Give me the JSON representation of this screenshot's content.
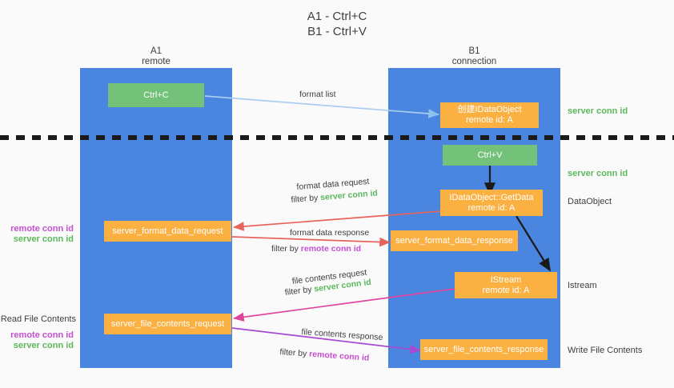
{
  "title": {
    "line1": "A1 - Ctrl+C",
    "line2": "B1 - Ctrl+V"
  },
  "columns": [
    {
      "name": "A1",
      "sub": "remote"
    },
    {
      "name": "B1",
      "sub": "connection"
    }
  ],
  "boxes": {
    "ctrl_c": {
      "label": "Ctrl+C"
    },
    "create_dataobject": {
      "line1": "创建IDataObject",
      "line2": "remote id: A"
    },
    "ctrl_v": {
      "label": "Ctrl+V"
    },
    "getdata": {
      "line1": "IDataObject::GetData",
      "line2": "remote id: A"
    },
    "istream": {
      "line1": "IStream",
      "line2": "remote id: A"
    },
    "server_format_data_request": {
      "label": "server_format_data_request"
    },
    "server_format_data_response": {
      "label": "server_format_data_response"
    },
    "server_file_contents_request": {
      "label": "server_file_contents_request"
    },
    "server_file_contents_response": {
      "label": "server_file_contents_response"
    }
  },
  "right_annotations": {
    "server_conn_id_top": "server conn id",
    "server_conn_id_mid": "server conn id",
    "dataobject": "DataObject",
    "istream": "Istream",
    "write_file_contents": "Write File Contents"
  },
  "left_annotations": {
    "remote_conn_id_1": "remote conn id",
    "server_conn_id_1": "server conn id",
    "read_file_contents": "Read File Contents",
    "remote_conn_id_2": "remote conn id",
    "server_conn_id_2": "server conn id"
  },
  "arrow_labels": {
    "format_list": "format list",
    "format_data_request": "format data request",
    "format_data_request_filter_prefix": "filter by ",
    "format_data_request_filter_value": "server conn id",
    "format_data_response": "format data response",
    "format_data_response_filter_prefix": "filter by ",
    "format_data_response_filter_value": "remote conn id",
    "file_contents_request": "file contents request",
    "file_contents_request_filter_prefix": "filter by ",
    "file_contents_request_filter_value": "server conn id",
    "file_contents_response": "file contents response",
    "file_contents_response_filter_prefix": "filter by ",
    "file_contents_response_filter_value": "remote conn id"
  },
  "colors": {
    "lane": "#4a86e0",
    "green_box": "#74c27a",
    "orange_box": "#fbb042",
    "light_blue_arrow": "#a8cdf0",
    "red_arrow": "#e8635a",
    "magenta_arrow": "#e0459e",
    "purple_arrow": "#a64ad0",
    "black_arrow": "#1a1a1a",
    "green_text": "#5cb85c",
    "purple_text": "#c44fd0",
    "divider": "#1a1a1a"
  }
}
